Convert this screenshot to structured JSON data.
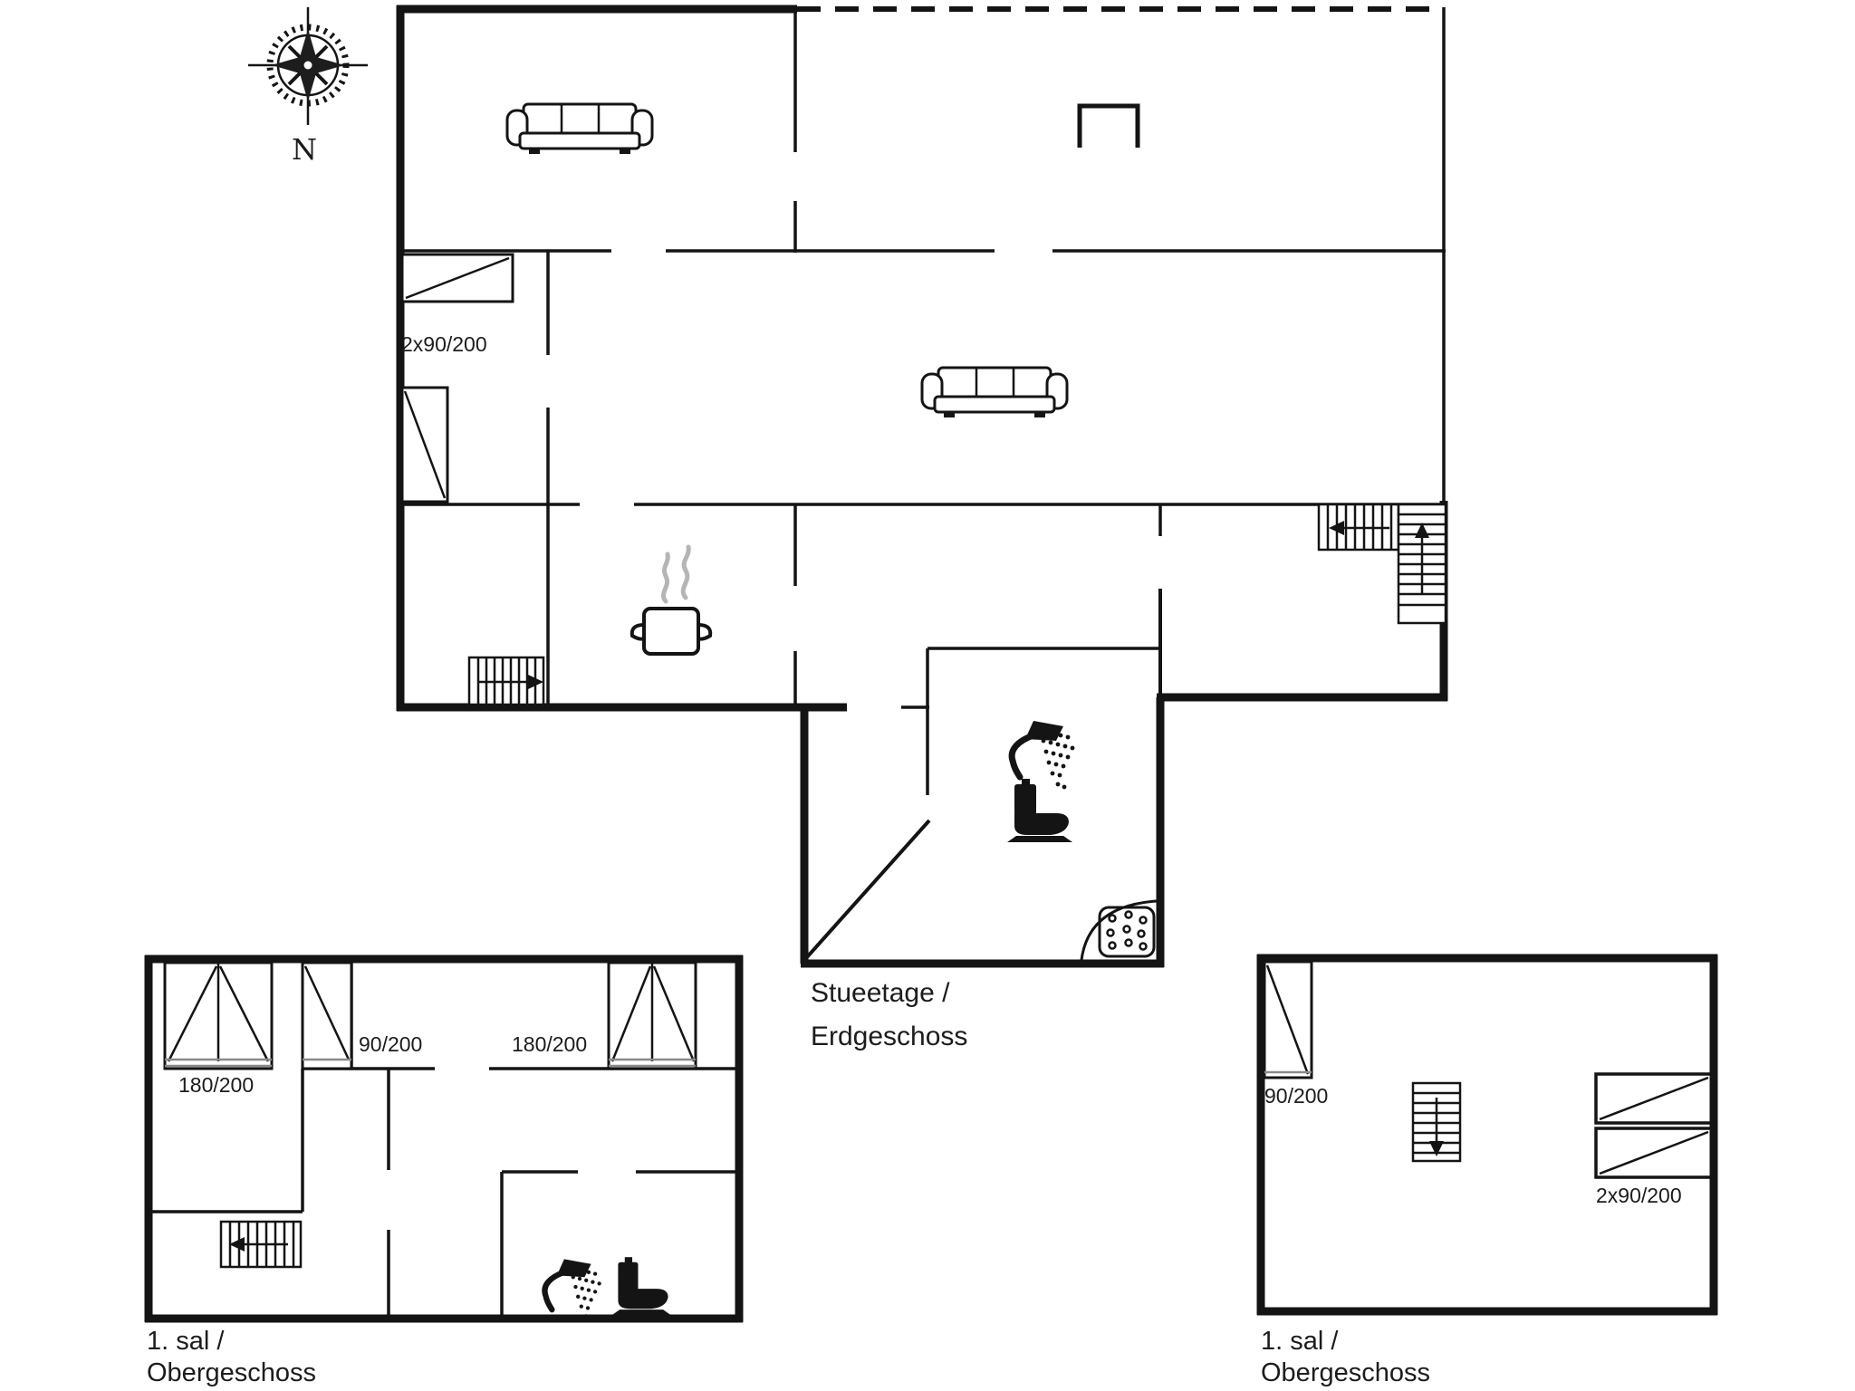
{
  "compass": {
    "label": "N"
  },
  "colors": {
    "line": "#141414",
    "background": "#ffffff",
    "steam": "#b5b5b5"
  },
  "ground_floor": {
    "caption_line1": "Stueetage /",
    "caption_line2": "Erdgeschoss",
    "bed_dimension": "2x90/200"
  },
  "upper_floor_left": {
    "caption_line1": "1. sal /",
    "caption_line2": "Obergeschoss",
    "bed_dimensions": [
      "180/200",
      "90/200",
      "180/200"
    ]
  },
  "upper_floor_right": {
    "caption_line1": "1. sal /",
    "caption_line2": "Obergeschoss",
    "bed_dimensions": [
      "90/200",
      "2x90/200"
    ]
  }
}
